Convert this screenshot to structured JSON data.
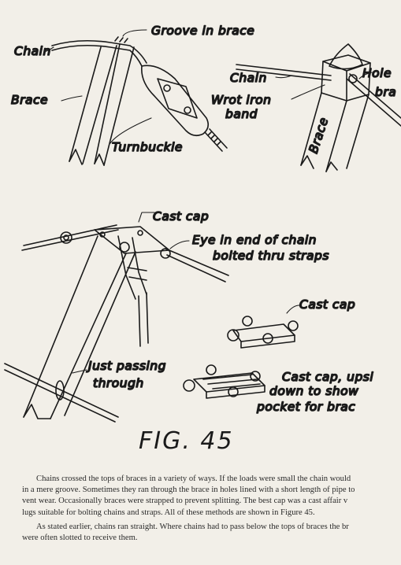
{
  "labels": {
    "chain_top": "Chain",
    "groove": "Groove in brace",
    "brace_left": "Brace",
    "turnbuckle": "Turnbuckle",
    "chain_right": "Chain",
    "wrot_iron_line1": "Wrot iron",
    "wrot_iron_line2": "band",
    "hole_line1": "Hole",
    "hole_line2": "bra",
    "brace_vertical": "Brace",
    "cast_cap_top": "Cast cap",
    "eye_line1": "Eye in end of chain",
    "eye_line2": "bolted thru straps",
    "cast_cap_mid": "Cast cap",
    "just_line1": "Just passing",
    "just_line2": "through",
    "upside_line1": "Cast cap, upsi",
    "upside_line2": "down to show",
    "upside_line3": "pocket for brac"
  },
  "figure_label": "FIG. 45",
  "text": {
    "paragraph1": "Chains crossed the tops of braces in a variety of ways. If the loads were small the chain would\nin a mere groove. Sometimes they ran through the brace in holes lined with a short length of pipe to\nvent wear. Occasionally braces were strapped to prevent splitting. The best cap was a cast affair v\nlugs suitable for bolting chains and straps. All of these methods are shown in Figure 45.",
    "paragraph2": "As stated earlier, chains ran straight. Where chains had to pass below the tops of braces the br\nwere often slotted to receive them."
  }
}
